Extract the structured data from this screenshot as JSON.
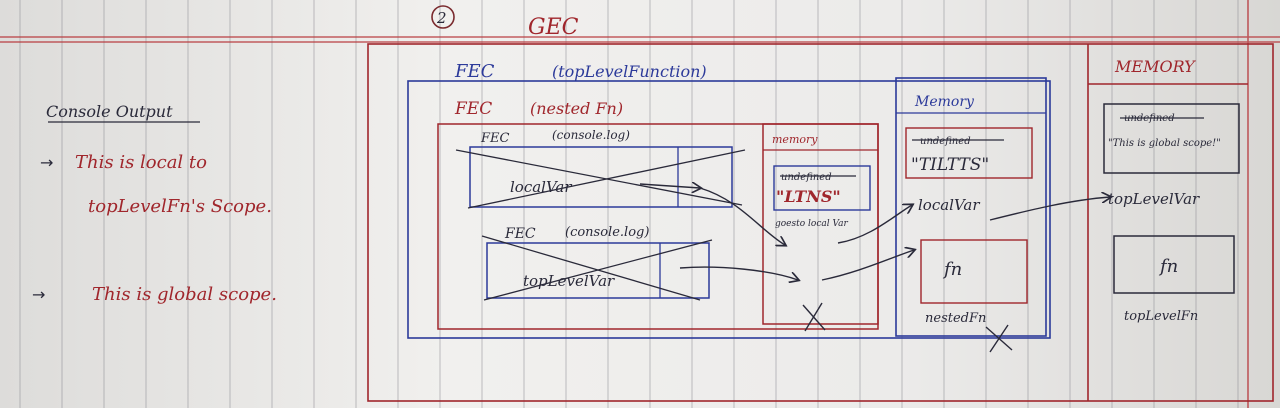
{
  "step_marker": "2",
  "gec": {
    "title": "GEC"
  },
  "memory_panel": {
    "title": "MEMORY",
    "cell_struck": "undefined",
    "cell_value": "\"This is global scope!\"",
    "var_label": "topLevelVar",
    "fn_cell": "fn",
    "fn_label": "topLevelFn"
  },
  "fec_top": {
    "title": "FEC",
    "subtitle": "(topLevelFunction)"
  },
  "fec_top_memory": {
    "title": "Memory",
    "cell_struck": "undefined",
    "cell_value": "\"TILTTS\"",
    "var_label": "localVar",
    "fn_cell": "fn",
    "fn_label": "nestedFn"
  },
  "fec_nested": {
    "title": "FEC",
    "subtitle": "(nested Fn)"
  },
  "fec_nested_memory": {
    "title": "memory",
    "cell_struck": "undefined",
    "cell_value": "\"LTNS\"",
    "var_label": "goesto local Var"
  },
  "fec_console1": {
    "title": "FEC",
    "subtitle": "(console.log)",
    "cell": "localVar"
  },
  "fec_console2": {
    "title": "FEC",
    "subtitle": "(console.log)",
    "cell": "topLevelVar"
  },
  "console_output": {
    "title": "Console Output",
    "lines": [
      {
        "bullet": "→",
        "text1": "This is local to",
        "text2": "topLevelFn's Scope."
      },
      {
        "bullet": "→",
        "text1": "This is global scope.",
        "text2": ""
      }
    ]
  }
}
